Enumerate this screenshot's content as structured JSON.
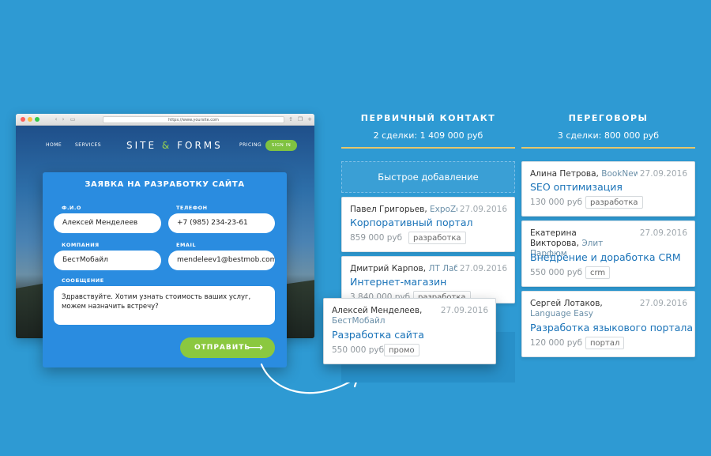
{
  "browser": {
    "url": "https://www.yoursite.com",
    "nav": {
      "home": "HOME",
      "services": "SERVICES",
      "pricing": "PRICING",
      "sign_in": "SIGN IN"
    },
    "logo_left": "SITE",
    "logo_amp": "&",
    "logo_right": "FORMS"
  },
  "form": {
    "title": "ЗАЯВКА НА РАЗРАБОТКУ САЙТА",
    "name_label": "Ф.И.О",
    "name_value": "Алексей Менделеев",
    "phone_label": "ТЕЛЕФОН",
    "phone_value": "+7 (985) 234-23-61",
    "company_label": "КОМПАНИЯ",
    "company_value": "БестМобайл",
    "email_label": "EMAIL",
    "email_value": "mendeleev1@bestmob.com",
    "message_label": "СООБЩЕНИЕ",
    "message_value": "Здравствуйте. Хотим узнать стоимость ваших услуг, можем назначить встречу?",
    "send_label": "ОТПРАВИТЬ",
    "send_arrow": "⟶"
  },
  "columns": [
    {
      "title": "ПЕРВИЧНЫЙ КОНТАКТ",
      "summary": "2 сделки: 1 409 000 руб",
      "quick_add": "Быстрое добавление",
      "cards": [
        {
          "person": "Павел Григорьев,",
          "company": "ExpoZone",
          "date": "27.09.2016",
          "deal": "Корпоративный портал",
          "amount": "859 000 руб",
          "tag": "разработка"
        },
        {
          "person": "Дмитрий Карпов,",
          "company": "ЛТ Лабс",
          "date": "27.09.2016",
          "deal": "Интернет-магазин",
          "amount": "3 840 000 руб",
          "tag": "разработка"
        }
      ],
      "dragged_card": {
        "person": "Алексей Менделеев,",
        "company": "БестМобайл",
        "date": "27.09.2016",
        "deal": "Разработка сайта",
        "amount": "550 000 руб",
        "tag": "промо"
      }
    },
    {
      "title": "ПЕРЕГОВОРЫ",
      "summary": "3 сделки: 800 000 руб",
      "cards": [
        {
          "person": "Алина Петрова,",
          "company": "BookNew",
          "date": "27.09.2016",
          "deal": "SEO оптимизация",
          "amount": "130 000 руб",
          "tag": "разработка"
        },
        {
          "person": "Екатерина Викторова,",
          "company": "Элит Парфюм",
          "date": "27.09.2016",
          "deal": "Внедрение и доработка CRM",
          "amount": "550 000 руб",
          "tag": "crm"
        },
        {
          "person": "Сергей Лотаков,",
          "company": "Language Easy",
          "date": "27.09.2016",
          "deal": "Разработка языкового портала",
          "amount": "120 000 руб",
          "tag": "портал"
        }
      ]
    }
  ],
  "colors": {
    "background": "#2e9ad3",
    "form": "#2a8ce0",
    "accent_green": "#8bc83f",
    "deal_link": "#1a73b8",
    "column_line": "#e6c66a"
  },
  "icons": [
    "back-icon",
    "forward-icon",
    "sidebar-icon",
    "share-icon",
    "tabs-icon",
    "plus-icon",
    "arrow-right-icon",
    "curved-arrow-icon"
  ]
}
